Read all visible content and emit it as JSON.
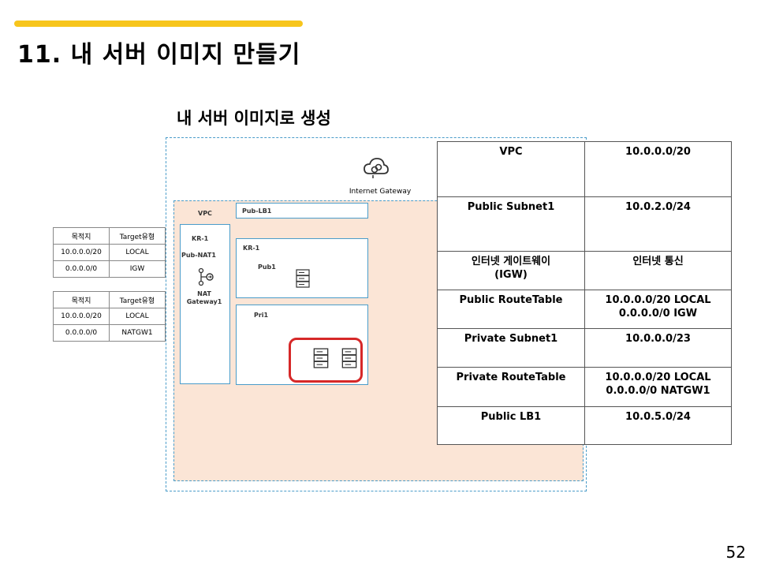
{
  "slide": {
    "title": "11. 내 서버 이미지 만들기",
    "subtitle": "내 서버 이미지로 생성",
    "page_number": "52"
  },
  "colors": {
    "accent": "#f7c51c",
    "vpc_fill": "#fbe5d6",
    "border_blue": "#4a9cc9",
    "highlight_red": "#d62828"
  },
  "diagram": {
    "igw_label": "Internet Gateway",
    "vpc_label": "VPC",
    "pub_lb_label": "Pub-LB1",
    "az_label_left": "KR-1",
    "pub_nat_label": "Pub-NAT1",
    "nat_gateway_label": "NAT\nGateway1",
    "az_label_pub": "KR-1",
    "pub1_label": "Pub1",
    "pri1_label": "Pri1"
  },
  "route_tables": [
    {
      "headers": [
        "목적지",
        "Target유형"
      ],
      "rows": [
        [
          "10.0.0.0/20",
          "LOCAL"
        ],
        [
          "0.0.0.0/0",
          "IGW"
        ]
      ]
    },
    {
      "headers": [
        "목적지",
        "Target유형"
      ],
      "rows": [
        [
          "10.0.0.0/20",
          "LOCAL"
        ],
        [
          "0.0.0.0/0",
          "NATGW1"
        ]
      ]
    }
  ],
  "info_table": [
    {
      "name": "VPC",
      "value": "10.0.0.0/20"
    },
    {
      "name": "Public Subnet1",
      "value": "10.0.2.0/24"
    },
    {
      "name": "인터넷 게이트웨이\n(IGW)",
      "value": "인터넷 통신"
    },
    {
      "name": "Public RouteTable",
      "value": "10.0.0.0/20 LOCAL\n0.0.0.0/0 IGW"
    },
    {
      "name": "Private Subnet1",
      "value": "10.0.0.0/23"
    },
    {
      "name": "Private RouteTable",
      "value": "10.0.0.0/20 LOCAL\n0.0.0.0/0 NATGW1"
    },
    {
      "name": "Public LB1",
      "value": "10.0.5.0/24"
    }
  ]
}
